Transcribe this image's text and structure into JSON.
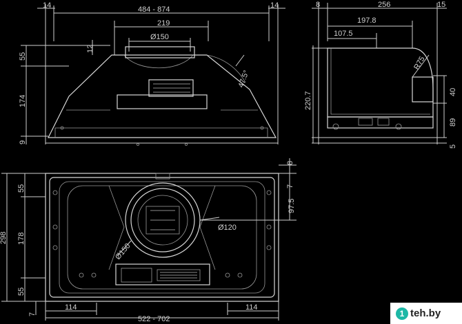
{
  "dimensions": {
    "front_top_margin_left": "14",
    "front_width_range": "484 - 874",
    "front_top_margin_right": "14",
    "front_inner_width": "219",
    "front_outlet_diameter": "Ø150",
    "front_offset_small": "12",
    "front_top_height": "55",
    "front_body_height": "174",
    "front_bottom": "9",
    "front_angle": "47.5°",
    "side_left_margin": "8",
    "side_depth": "256",
    "side_right_margin": "15",
    "side_197": "197.8",
    "side_107": "107.5",
    "side_radius": "R75",
    "side_height": "220.7",
    "side_40": "40",
    "side_89": "89",
    "side_5": "5",
    "plan_top_gap": "8",
    "plan_7_top": "7",
    "plan_height": "298",
    "plan_55_top": "55",
    "plan_178": "178",
    "plan_55_bottom": "55",
    "plan_right_975": "97.5",
    "plan_diameter_120": "Ø120",
    "plan_diameter_150": "Ø150",
    "plan_7_bottom": "7",
    "plan_114_left": "114",
    "plan_114_right": "114",
    "plan_width_range": "522 - 702"
  },
  "watermark": {
    "icon": "1",
    "text": "teh.by"
  }
}
